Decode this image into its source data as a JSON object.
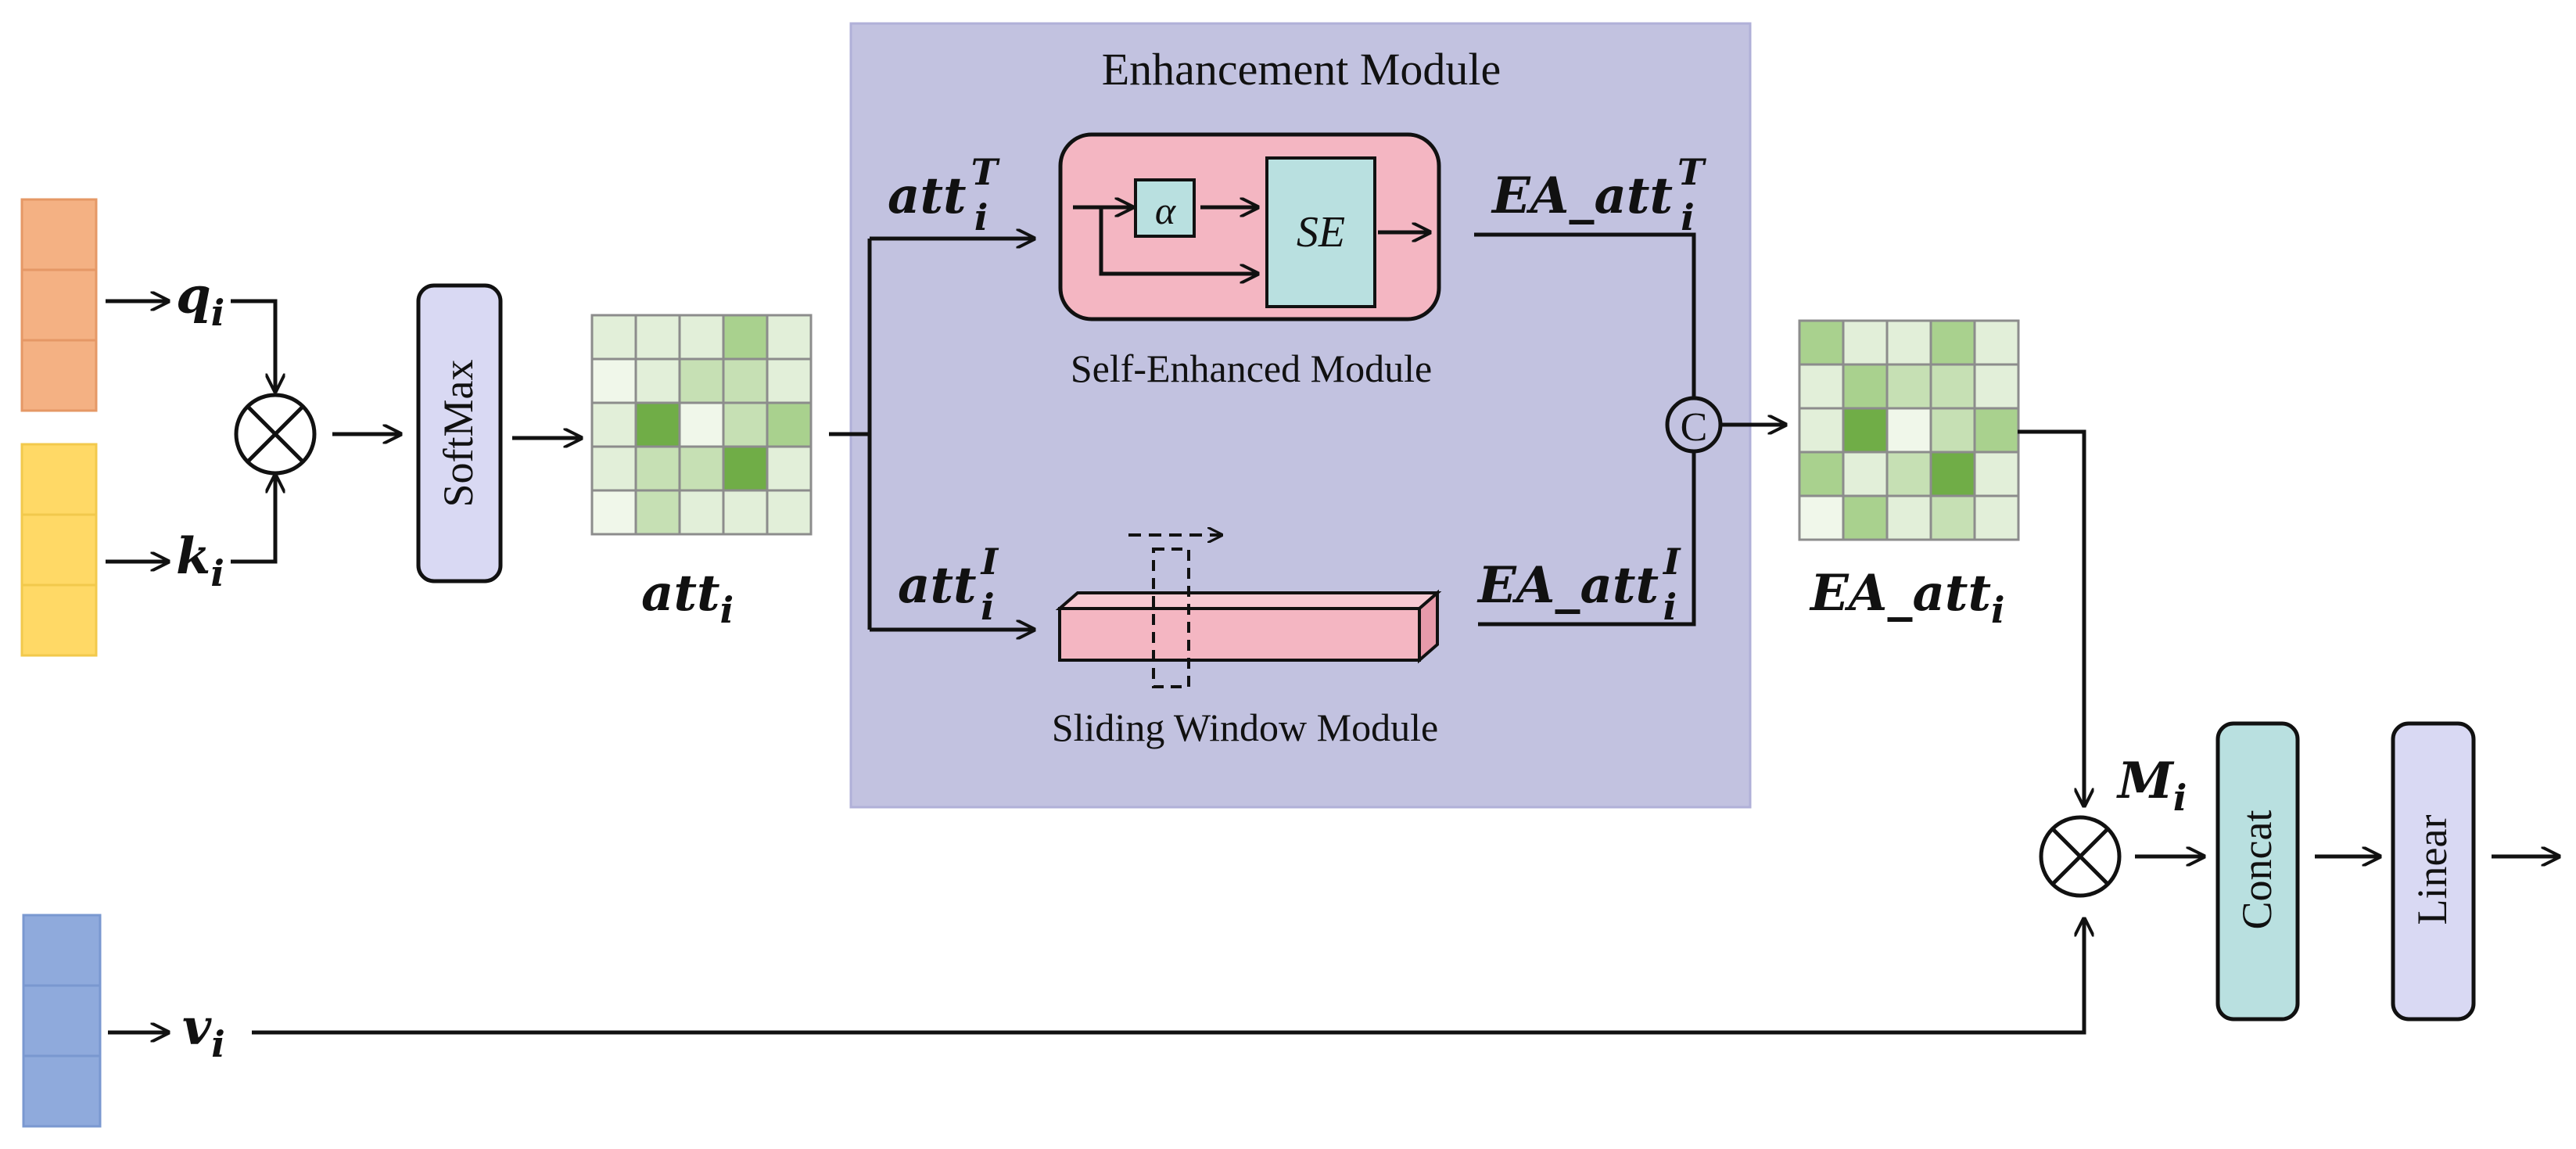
{
  "inputs": {
    "q": {
      "sym": "q",
      "sub": "i"
    },
    "k": {
      "sym": "k",
      "sub": "i"
    },
    "v": {
      "sym": "v",
      "sub": "i"
    }
  },
  "softmax_label": "SoftMax",
  "att": {
    "sym": "att",
    "sub": "i"
  },
  "enhancement": {
    "title": "Enhancement Module",
    "att_T": {
      "sym": "att",
      "sub": "i",
      "sup": "T"
    },
    "att_I": {
      "sym": "att",
      "sub": "i",
      "sup": "I"
    },
    "self_enhanced": {
      "label": "Self-Enhanced Module",
      "alpha": "α",
      "se": "SE"
    },
    "sliding_window": {
      "label": "Sliding Window Module"
    },
    "ea_att_T": {
      "sym": "EA_att",
      "sub": "i",
      "sup": "T"
    },
    "ea_att_I": {
      "sym": "EA_att",
      "sub": "i",
      "sup": "I"
    }
  },
  "concat_symbol": "C",
  "ea_att": {
    "sym": "EA_att",
    "sub": "i"
  },
  "m": {
    "sym": "M",
    "sub": "i"
  },
  "concat_label": "Concat",
  "linear_label": "Linear",
  "colors": {
    "q_vector": "#f4b183",
    "k_vector": "#ffd966",
    "v_vector": "#8faadc",
    "softmax_box": "#d9d9f3",
    "enhancement_bg": "#c2c2e0",
    "self_enhanced_bg": "#f4b6c2",
    "se_box": "#b9e0e0",
    "sliding_bar": "#f4b6c2",
    "concat_box": "#b9e0e0",
    "linear_box": "#d9d9f3"
  },
  "att_matrix": [
    [
      1,
      1,
      1,
      3,
      1
    ],
    [
      0,
      1,
      2,
      2,
      1
    ],
    [
      1,
      4,
      0,
      2,
      3
    ],
    [
      1,
      2,
      2,
      4,
      1
    ],
    [
      0,
      2,
      1,
      1,
      1
    ]
  ],
  "ea_att_matrix": [
    [
      3,
      1,
      1,
      3,
      1
    ],
    [
      1,
      3,
      2,
      2,
      1
    ],
    [
      1,
      4,
      0,
      2,
      3
    ],
    [
      3,
      1,
      2,
      4,
      1
    ],
    [
      0,
      3,
      1,
      2,
      1
    ]
  ],
  "matrix_palette": [
    "#f0f7ea",
    "#e2efd9",
    "#c6e0b4",
    "#a9d18e",
    "#70ad47"
  ]
}
